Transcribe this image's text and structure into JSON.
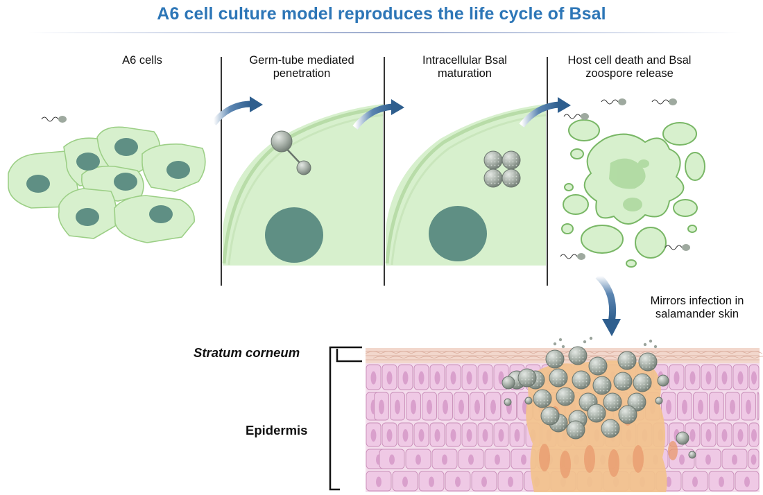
{
  "title": "A6 cell culture model reproduces the life cycle of Bsal",
  "stages": [
    {
      "label_line1": "A6 cells",
      "label_line2": ""
    },
    {
      "label_line1": "Germ-tube mediated",
      "label_line2": "penetration"
    },
    {
      "label_line1": "Intracellular Bsal",
      "label_line2": "maturation"
    },
    {
      "label_line1": "Host cell death and Bsal",
      "label_line2": "zoospore release"
    }
  ],
  "mirror_note": {
    "line1": "Mirrors infection in",
    "line2": "salamander skin"
  },
  "skin_labels": {
    "stratum": "Stratum corneum",
    "epidermis": "Epidermis"
  },
  "colors": {
    "title": "#2d76b7",
    "arrow": "#2e5e8e",
    "cell_fill": "#d7f0cd",
    "cell_stroke": "#9ccf86",
    "nucleus": "#5f8f84",
    "spore": "#9aa49c",
    "epidermis_cell": "#ecc8e2",
    "infected_tissue": "#f2c28c"
  },
  "icons": [
    "curved-arrow-icon",
    "zoospore-icon",
    "sporangium-icon"
  ]
}
